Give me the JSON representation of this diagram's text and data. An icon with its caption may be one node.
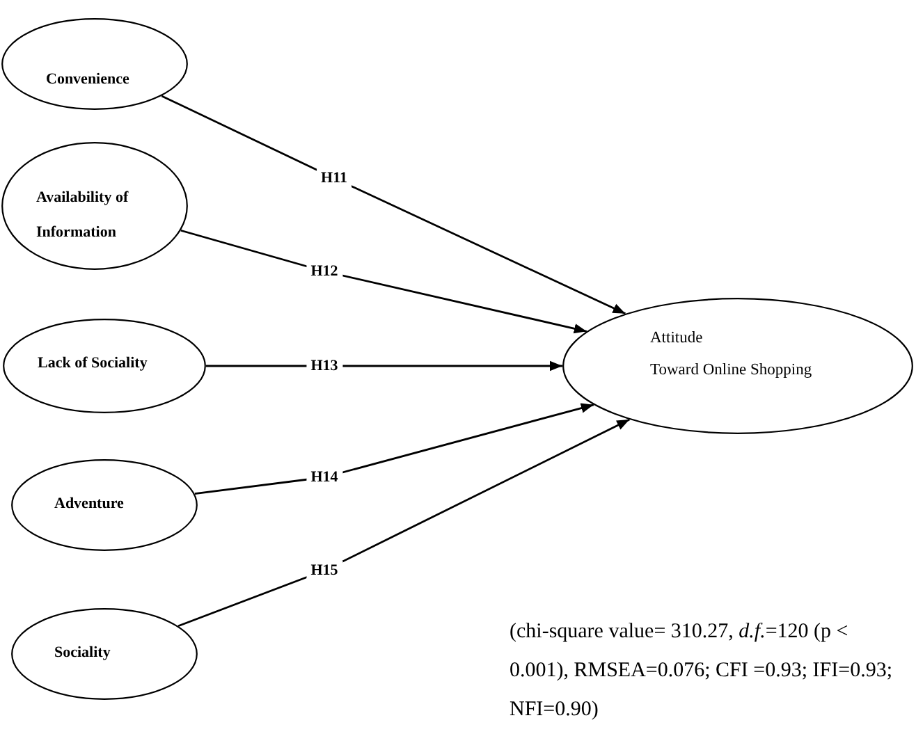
{
  "diagram": {
    "nodes": [
      {
        "text": [
          "Convenience"
        ]
      },
      {
        "text": [
          "Availability of Information"
        ]
      },
      {
        "text": [
          "Lack of Sociality"
        ]
      },
      {
        "text": [
          "Adventure"
        ]
      },
      {
        "text": [
          "Sociality"
        ]
      },
      {
        "text": [
          "Attitude",
          "Toward Online Shopping"
        ]
      }
    ],
    "edges": [
      {
        "from": 0,
        "to": 5,
        "arrow": "to",
        "label": "H11"
      },
      {
        "from": 1,
        "to": 5,
        "arrow": "to",
        "label": "H12"
      },
      {
        "from": 2,
        "to": 5,
        "arrow": "to",
        "label": "H13"
      },
      {
        "from": 3,
        "to": 5,
        "arrow": "to",
        "label": "H14"
      },
      {
        "from": 4,
        "to": 5,
        "arrow": "to",
        "label": "H15"
      }
    ],
    "labels": [
      "(chi-square value= 310.27, *d.f.*=120 (p < 0.001), RMSEA=0.076; CFI =0.93; IFI=0.93; NFI=0.90)"
    ]
  }
}
